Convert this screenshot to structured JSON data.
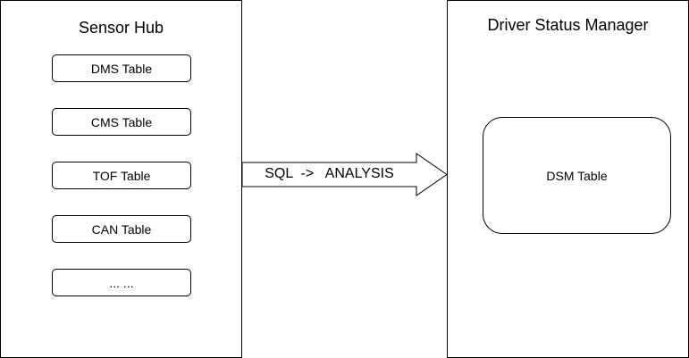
{
  "sensor_hub": {
    "title": "Sensor Hub",
    "tables": [
      "DMS Table",
      "CMS Table",
      "TOF Table",
      "CAN Table",
      "... ..."
    ]
  },
  "flow": {
    "label": "SQL  ->   ANALYSIS"
  },
  "driver_status_manager": {
    "title": "Driver Status Manager",
    "table": "DSM Table"
  }
}
